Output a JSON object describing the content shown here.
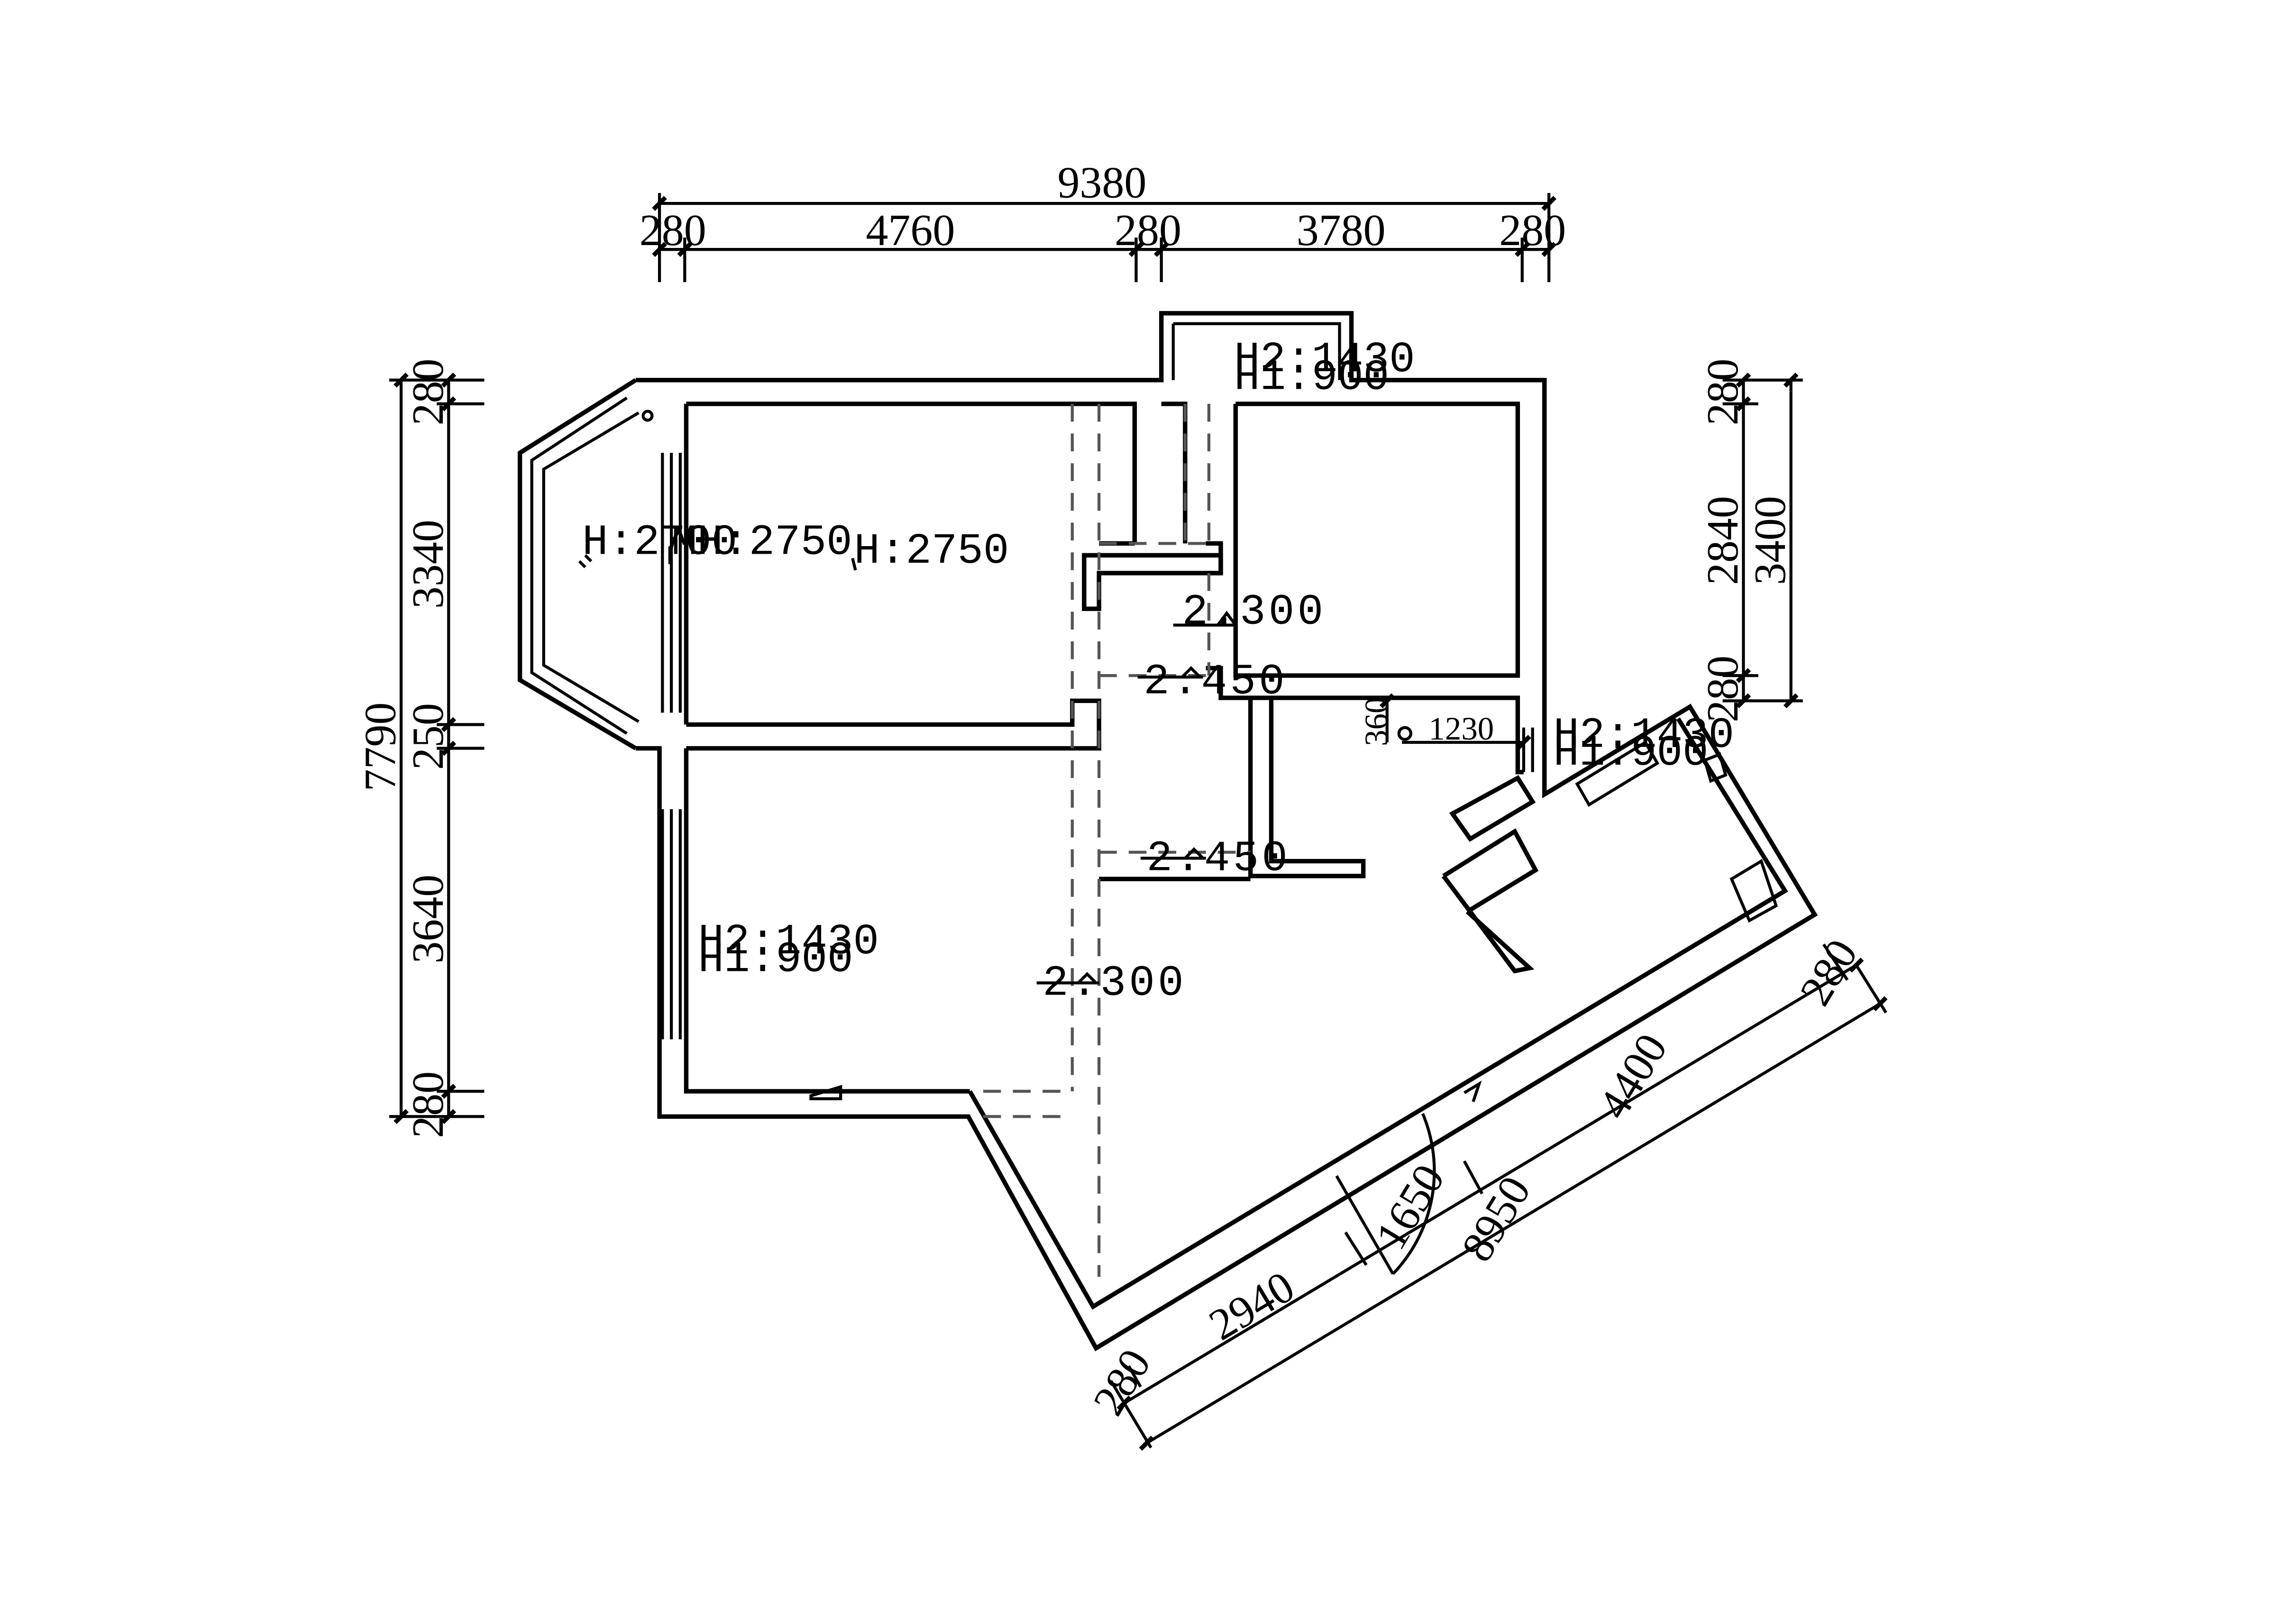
{
  "plan": {
    "dimensions": {
      "top_total": "9380",
      "top_segments": [
        "280",
        "4760",
        "280",
        "3780",
        "280"
      ],
      "left_total": "7790",
      "left_segments": [
        "280",
        "3340",
        "250",
        "3640",
        "280"
      ],
      "right_total": "3400",
      "right_segments": [
        "280",
        "2840",
        "280"
      ],
      "bottom_total": "8950",
      "bottom_segments": [
        "280",
        "2940",
        "1650",
        "4400",
        "280"
      ],
      "interior_height": "360",
      "interior_width": "1230"
    },
    "annotations": {
      "bay_window": "H:2700",
      "bedroom_window": "MH:2750",
      "bedroom_ceiling": "H:2750",
      "top_window_h2": "H2:1430",
      "top_window_h1": "H1:900",
      "right_window_h2": "H2:1430",
      "right_window_h1": "H1:900",
      "left_window_h2": "H2:1430",
      "left_window_h1": "H1:900"
    },
    "levels": {
      "corridor_upper": "2.300",
      "corridor_mid": "2.450",
      "corridor_lower": "2.450",
      "living": "2.300"
    }
  }
}
